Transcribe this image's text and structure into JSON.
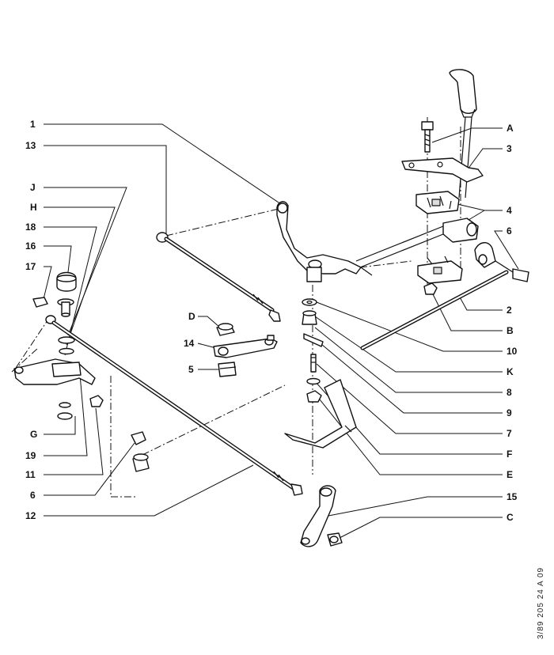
{
  "reference": "3/89   205  24  A 09",
  "labels_left": [
    "1",
    "13",
    "J",
    "H",
    "18",
    "16",
    "17",
    "G",
    "19",
    "11",
    "6",
    "12"
  ],
  "labels_middle": [
    "D",
    "14",
    "5"
  ],
  "labels_right": [
    "A",
    "3",
    "4",
    "6",
    "2",
    "B",
    "10",
    "K",
    "8",
    "9",
    "7",
    "F",
    "E",
    "15",
    "C"
  ]
}
